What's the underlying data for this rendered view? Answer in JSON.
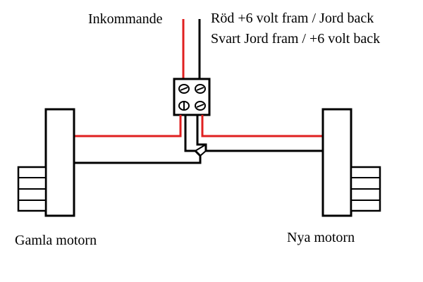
{
  "labels": {
    "incoming": "Inkommande",
    "red_wire": "Röd +6 volt fram / Jord back",
    "black_wire": "Svart Jord fram / +6 volt back",
    "old_motor": "Gamla motorn",
    "new_motor": "Nya motorn"
  },
  "colors": {
    "red_wire": "#e02020",
    "black_wire": "#000000",
    "background": "#ffffff"
  },
  "icons": {
    "terminal_block": "four-screw-terminal-icon",
    "motor": "motor-icon"
  }
}
